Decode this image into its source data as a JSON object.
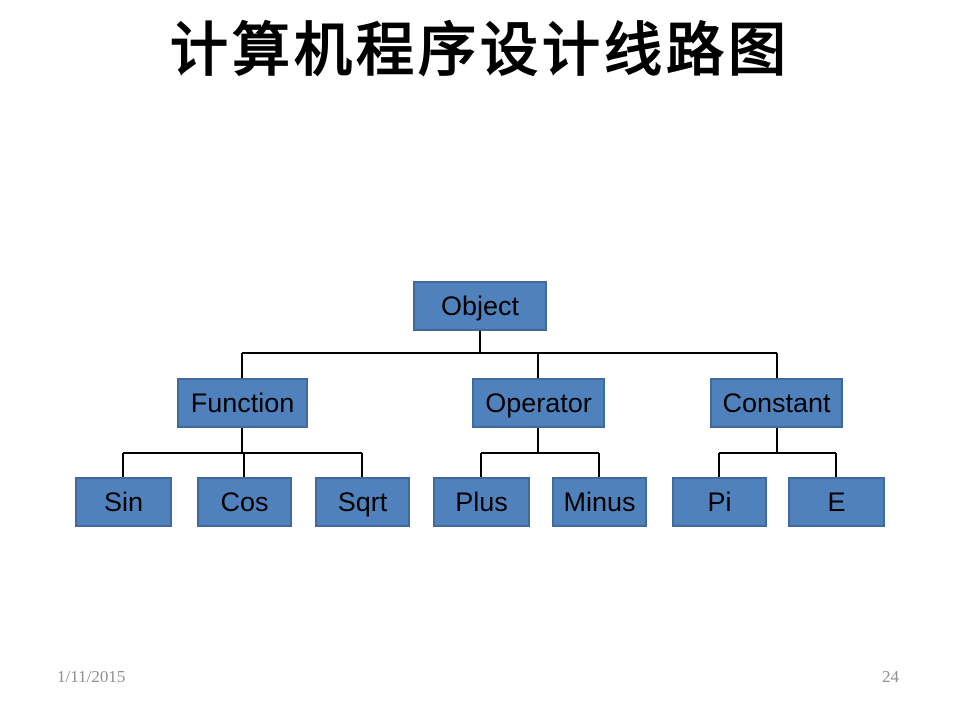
{
  "slide": {
    "title": "计算机程序设计线路图",
    "footer": {
      "date": "1/11/2015",
      "page_number": "24"
    }
  },
  "diagram": {
    "type": "tree",
    "node_fill_color": "#4f81bd",
    "node_border_color": "#40699e",
    "node_text_color": "#000000",
    "connector_color": "#000000",
    "root": {
      "label": "Object",
      "children": [
        {
          "label": "Function",
          "children": [
            {
              "label": "Sin"
            },
            {
              "label": "Cos"
            },
            {
              "label": "Sqrt"
            }
          ]
        },
        {
          "label": "Operator",
          "children": [
            {
              "label": "Plus"
            },
            {
              "label": "Minus"
            }
          ]
        },
        {
          "label": "Constant",
          "children": [
            {
              "label": "Pi"
            },
            {
              "label": "E"
            }
          ]
        }
      ]
    }
  }
}
